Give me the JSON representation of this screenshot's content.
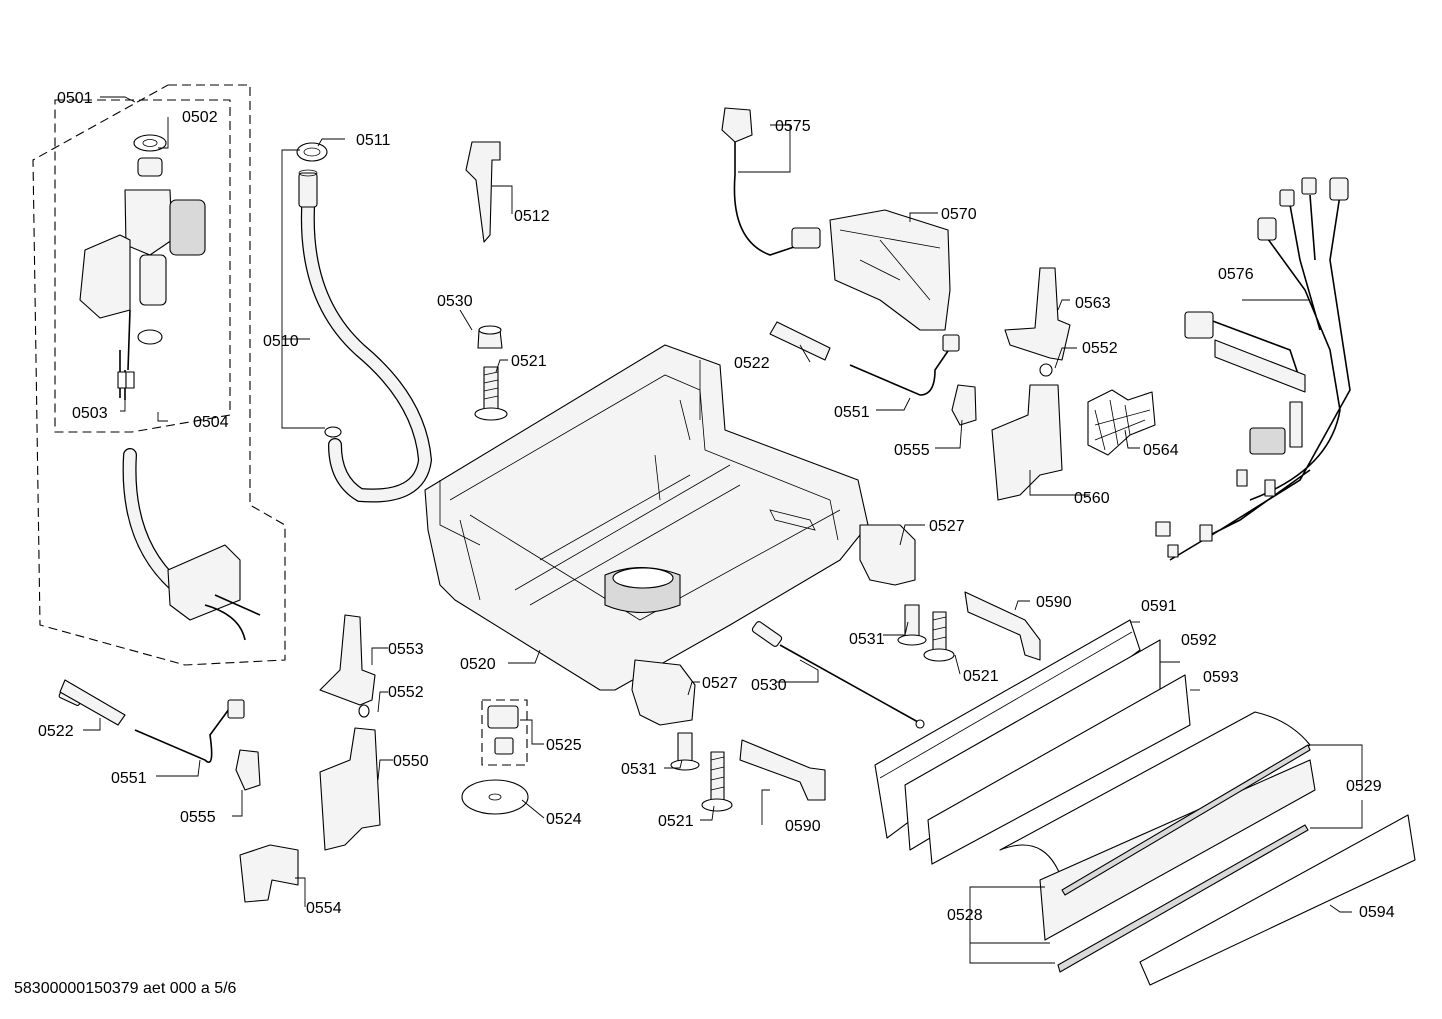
{
  "labels": {
    "l0501": "0501",
    "l0502": "0502",
    "l0503": "0503",
    "l0504": "0504",
    "l0510": "0510",
    "l0511": "0511",
    "l0512": "0512",
    "l0520": "0520",
    "l0521a": "0521",
    "l0521b": "0521",
    "l0521c": "0521",
    "l0522a": "0522",
    "l0522b": "0522",
    "l0524": "0524",
    "l0525": "0525",
    "l0527a": "0527",
    "l0527b": "0527",
    "l0528": "0528",
    "l0529": "0529",
    "l0530a": "0530",
    "l0530b": "0530",
    "l0531a": "0531",
    "l0531b": "0531",
    "l0550": "0550",
    "l0551a": "0551",
    "l0551b": "0551",
    "l0552a": "0552",
    "l0552b": "0552",
    "l0553": "0553",
    "l0554": "0554",
    "l0555a": "0555",
    "l0555b": "0555",
    "l0560": "0560",
    "l0563": "0563",
    "l0564": "0564",
    "l0570": "0570",
    "l0575": "0575",
    "l0576": "0576",
    "l0590a": "0590",
    "l0590b": "0590",
    "l0591": "0591",
    "l0592": "0592",
    "l0593": "0593",
    "l0594": "0594"
  },
  "footer": {
    "code": "58300000150379 aet 000 a 5/6"
  }
}
